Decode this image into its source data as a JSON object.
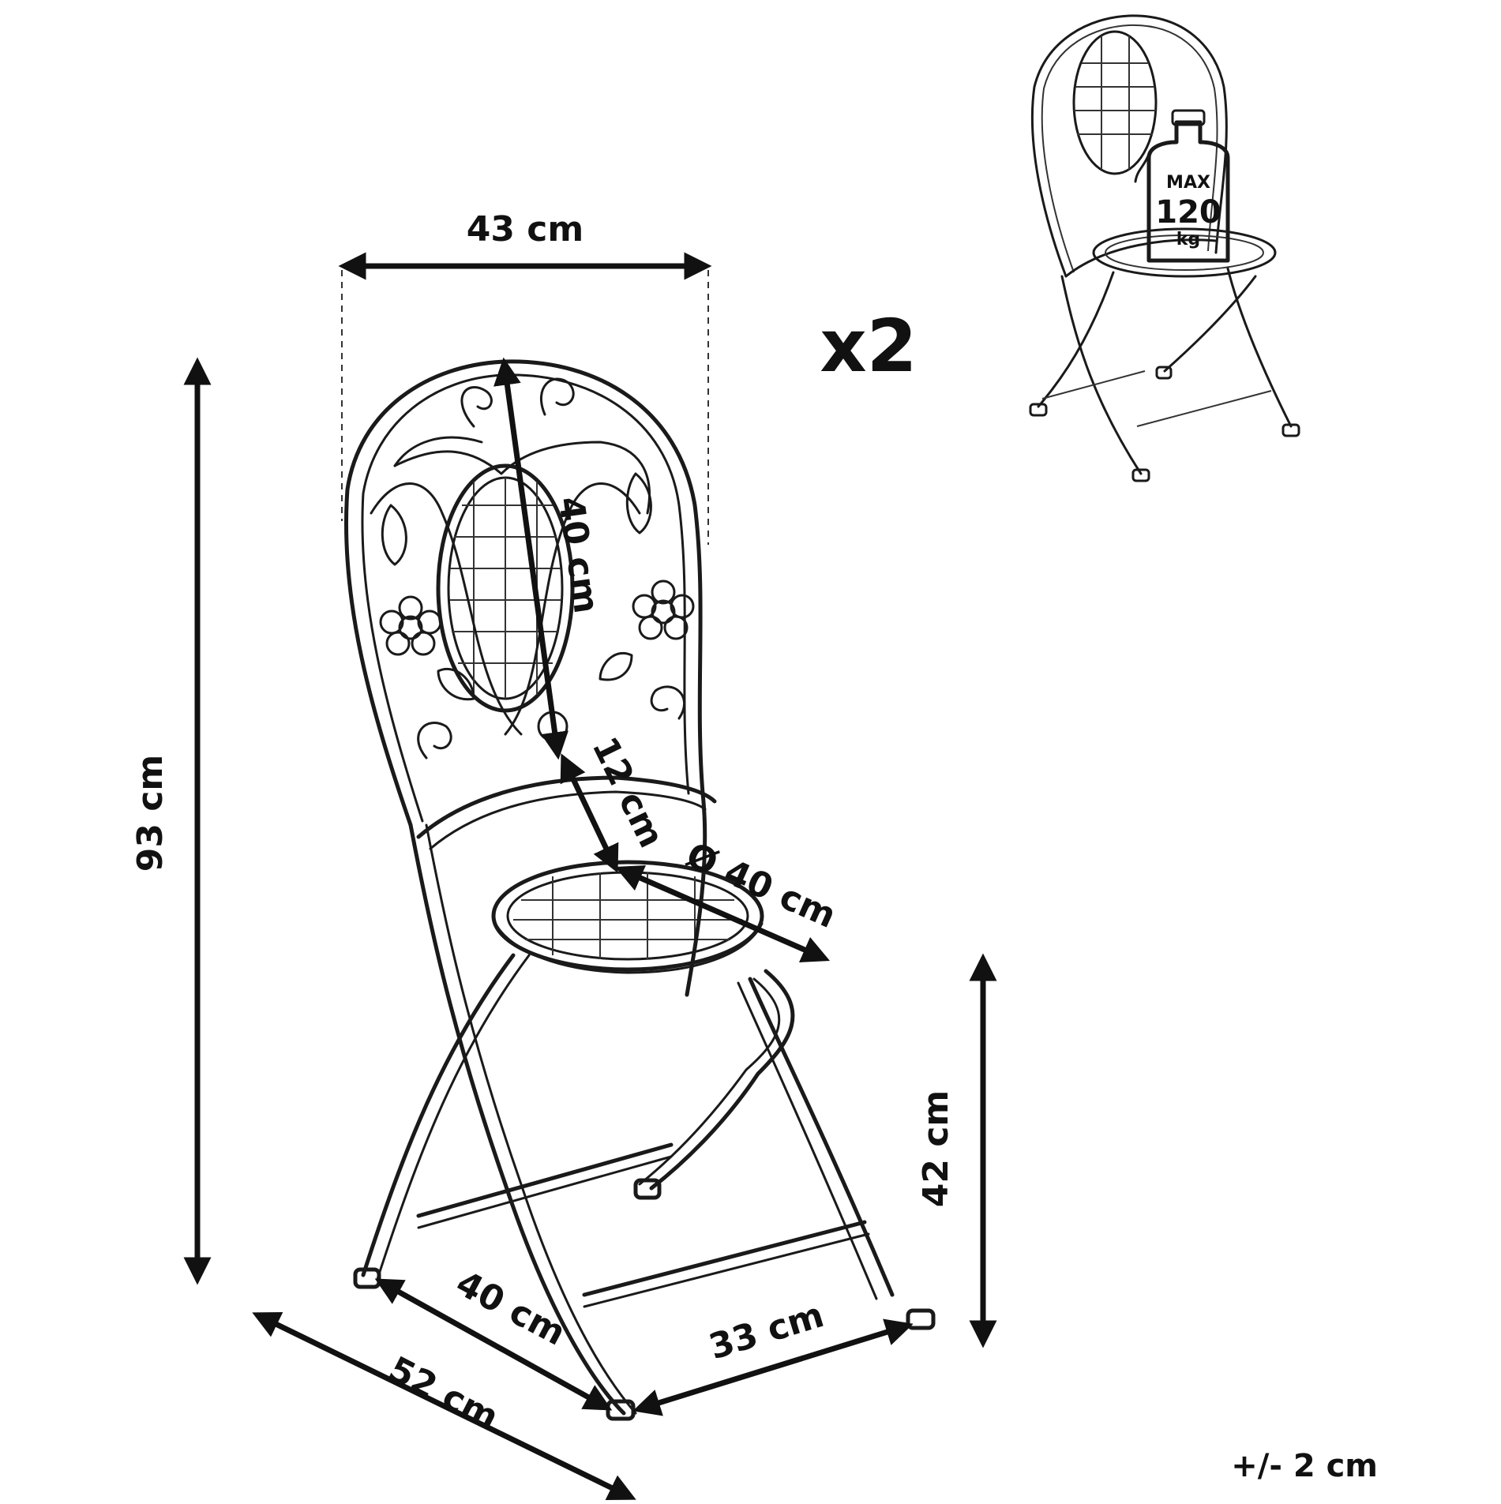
{
  "dimensions": {
    "width": "43 cm",
    "height": "93 cm",
    "backrest_height": "40 cm",
    "backrest_gap": "12 cm",
    "seat_diameter": "Ø 40 cm",
    "seat_height": "42 cm",
    "base_depth": "40 cm",
    "base_width": "33 cm",
    "overall_depth": "52 cm"
  },
  "quantity": "x2",
  "max_load": {
    "line1": "MAX",
    "line2": "120",
    "line3": "kg"
  },
  "tolerance": "+/- 2 cm"
}
